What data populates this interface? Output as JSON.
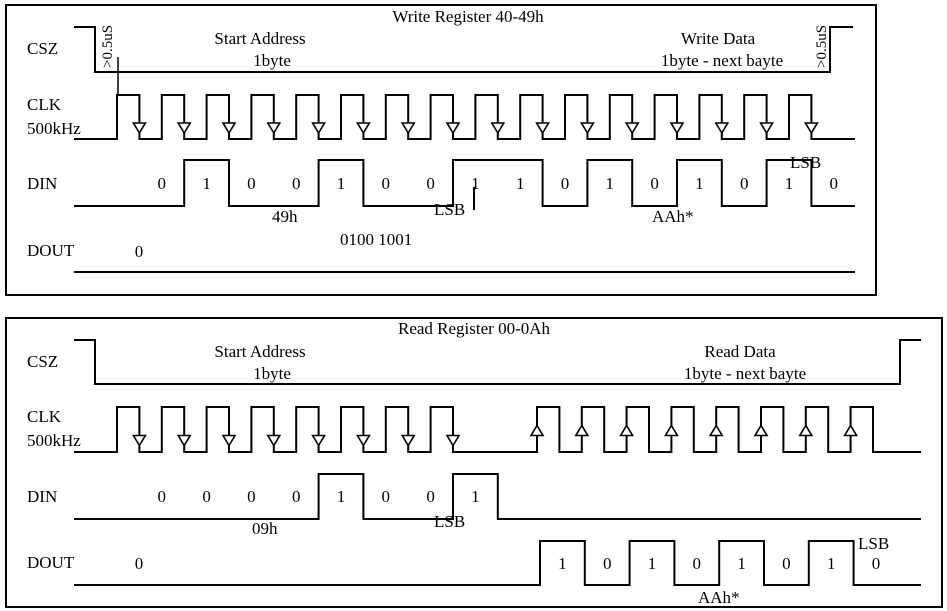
{
  "panels": [
    {
      "title": "Write Register 40-49h",
      "signals": {
        "csz": "CSZ",
        "clk_line1": "CLK",
        "clk_line2": "500kHz",
        "din": "DIN",
        "dout": "DOUT"
      },
      "start_label_1": "Start Address",
      "start_label_2": "1byte",
      "data_label_1": "Write Data",
      "data_label_2": "1byte - next bayte",
      "timing_left": ">0.5uS",
      "timing_right": ">0.5uS",
      "din_bits": [
        "0",
        "1",
        "0",
        "0",
        "1",
        "0",
        "0",
        "1",
        "1",
        "0",
        "1",
        "0",
        "1",
        "0",
        "1",
        "0"
      ],
      "din_lsb_label": "LSB",
      "din_lsb2_label": "LSB",
      "addr_hex": "49h",
      "addr_bin": "0100 1001",
      "data_hex": "AAh*",
      "dout_value": "0",
      "clk_edges": [
        "down",
        "down",
        "down",
        "down",
        "down",
        "down",
        "down",
        "down",
        "down",
        "down",
        "down",
        "down",
        "down",
        "down",
        "down",
        "down"
      ]
    },
    {
      "title": "Read Register 00-0Ah",
      "signals": {
        "csz": "CSZ",
        "clk_line1": "CLK",
        "clk_line2": "500kHz",
        "din": "DIN",
        "dout": "DOUT"
      },
      "start_label_1": "Start Address",
      "start_label_2": "1byte",
      "data_label_1": "Read Data",
      "data_label_2": "1byte - next bayte",
      "din_bits": [
        "0",
        "0",
        "0",
        "0",
        "1",
        "0",
        "0",
        "1"
      ],
      "din_lsb_label": "LSB",
      "addr_hex": "09h",
      "dout_value": "0",
      "dout_bits": [
        "1",
        "0",
        "1",
        "0",
        "1",
        "0",
        "1",
        "0"
      ],
      "dout_lsb_label": "LSB",
      "data_hex": "AAh*",
      "clk_edges": [
        "down",
        "down",
        "down",
        "down",
        "down",
        "down",
        "down",
        "down",
        "up",
        "up",
        "up",
        "up",
        "up",
        "up",
        "up",
        "up"
      ]
    }
  ]
}
